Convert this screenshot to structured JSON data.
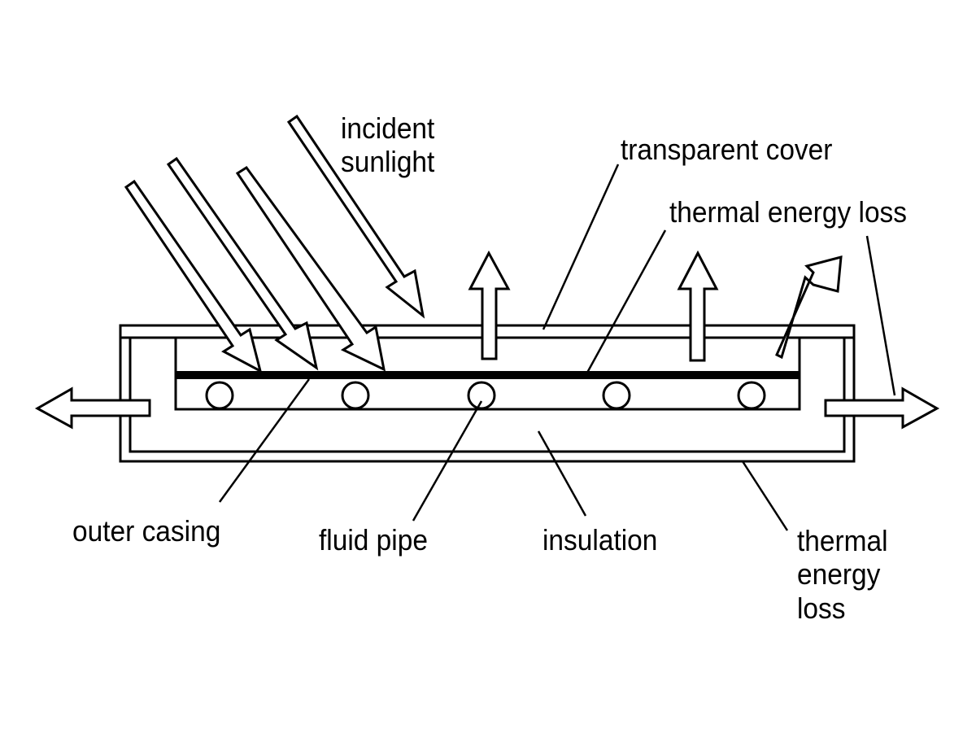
{
  "labels": {
    "incident_sunlight": [
      "incident",
      "sunlight"
    ],
    "transparent_cover": "transparent cover",
    "thermal_energy_loss_top": "thermal energy loss",
    "outer_casing": "outer casing",
    "fluid_pipe": "fluid pipe",
    "insulation": "insulation",
    "thermal_energy_loss_bottom": [
      "thermal",
      "energy",
      "loss"
    ]
  },
  "colors": {
    "line": "#000000",
    "background": "#ffffff"
  },
  "icons": {
    "sun_arrows": "diagonal-hollow-arrow",
    "loss_arrows": "hollow-arrow",
    "fluid_pipes": "circle"
  }
}
